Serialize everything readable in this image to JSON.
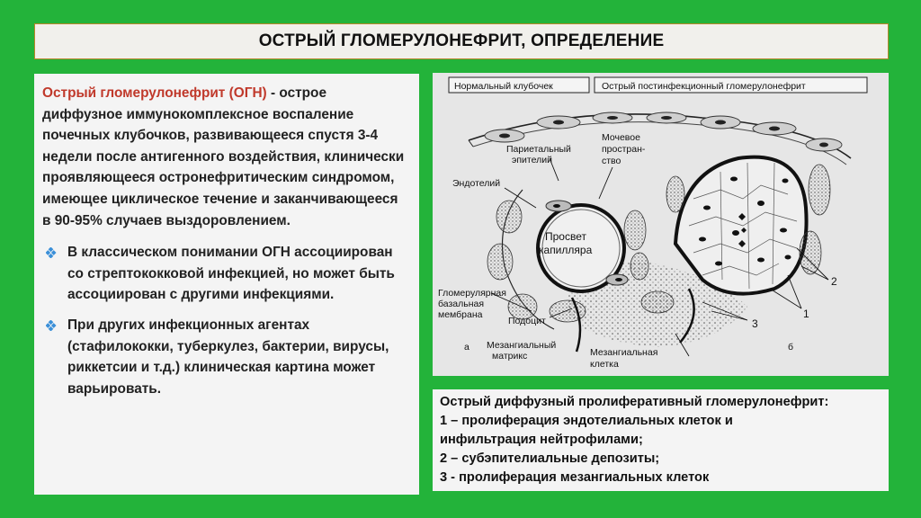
{
  "slide": {
    "title": "ОСТРЫЙ ГЛОМЕРУЛОНЕФРИТ, ОПРЕДЕЛЕНИЕ"
  },
  "definition": {
    "term": "Острый гломерулонефрит (ОГН)",
    "text": " - острое диффузное иммунокомплексное воспаление почечных клубочков, развивающееся спустя 3-4 недели после антигенного воздействия, клинически проявляющееся остронефритическим синдромом, имеющее циклическое течение и заканчивающееся в 90-95% случаев выздоровлением."
  },
  "bullets": [
    "В классическом понимании ОГН ассоциирован со стрептококковой инфекцией, но может быть ассоциирован с другими инфекциями.",
    "При других инфекционных агентах (стафилококки, туберкулез, бактерии, вирусы, риккетсии и т.д.) клиническая картина может варьировать."
  ],
  "figure": {
    "labels": {
      "normal": "Нормальный клубочек",
      "post": "Острый постинфекционный гломерулонефрит",
      "parietal_1": "Париетальный",
      "parietal_2": "эпителий",
      "urinary_1": "Мочевое",
      "urinary_2": "простран-",
      "urinary_3": "ство",
      "endothelium": "Эндотелий",
      "lumen_1": "Просвет",
      "lumen_2": "капилляра",
      "gbm_1": "Гломерулярная",
      "gbm_2": "базальная",
      "gbm_3": "мембрана",
      "podocyte": "Подоцит",
      "mesangial_matrix_1": "Мезангиальный",
      "mesangial_matrix_2": "матрикс",
      "mesangial_cell_1": "Мезангиальная",
      "mesangial_cell_2": "клетка",
      "panel_a": "а",
      "panel_b": "б",
      "n1": "1",
      "n2": "2",
      "n3": "3"
    }
  },
  "caption": {
    "line1": "Острый диффузный пролиферативный гломерулонефрит:",
    "line2": "1 – пролиферация эндотелиальных клеток и",
    "line3": "инфильтрация нейтрофилами;",
    "line4": "2 – субэпителиальные депозиты;",
    "line5": "3 - пролиферация мезангиальных клеток"
  },
  "colors": {
    "background": "#23b33a",
    "title_border": "#b8862b",
    "term": "#c0392b",
    "bullet_blue": "#3a8fd8"
  }
}
